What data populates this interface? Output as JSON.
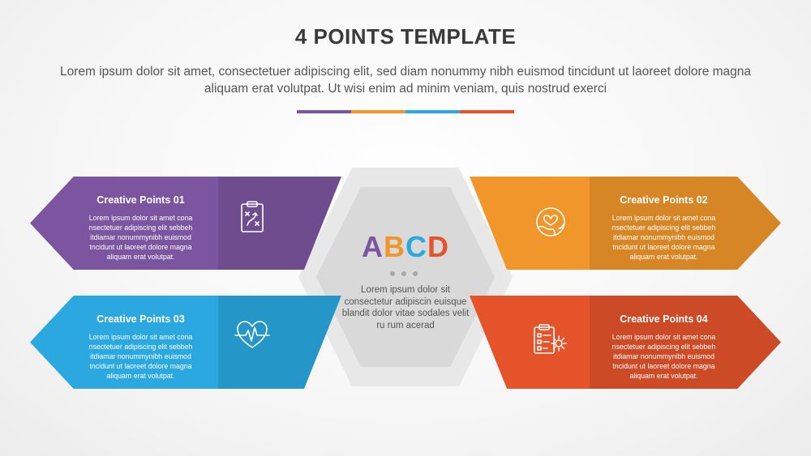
{
  "header": {
    "title": "4 POINTS TEMPLATE",
    "subtitle": "Lorem ipsum dolor sit amet, consectetuer adipiscing elit, sed diam nonummy nibh euismod tincidunt ut laoreet dolore magna aliquam erat volutpat. Ut wisi enim ad minim veniam, quis nostrud exerci"
  },
  "colors": {
    "purple": "#7b559f",
    "orange": "#f0962a",
    "blue": "#2aa8df",
    "red": "#e4532a"
  },
  "center": {
    "letters": [
      "A",
      "B",
      "C",
      "D"
    ],
    "text": "Lorem ipsum dolor sit consectetur adipiscin euisque blandit dolor vitae sodales velit ru rum acerad"
  },
  "points": [
    {
      "title": "Creative Points 01",
      "body": "Lorem ipsum dolor sit amet cona nsectetuer adipiscing elit sebbeh itdiamar nonummynibh euismod tncidunt ut laoreet dolore magna aliquam erat volutpat.",
      "icon": "strategy-clipboard-icon",
      "color": "#7b559f"
    },
    {
      "title": "Creative Points 02",
      "body": "Lorem ipsum dolor sit amet cona nsectetuer adipiscing elit sebbeh itdiamar nonummynibh euismod tncidunt ut laoreet dolore magna aliquam erat volutpat.",
      "icon": "earth-heart-icon",
      "color": "#f0962a"
    },
    {
      "title": "Creative Points 03",
      "body": "Lorem ipsum dolor sit amet cona nsectetuer adipiscing elit sebbeh itdiamar nonummynibh euismod tncidunt ut laoreet dolore magna aliquam erat volutpat.",
      "icon": "heartbeat-icon",
      "color": "#2aa8df"
    },
    {
      "title": "Creative Points 04",
      "body": "Lorem ipsum dolor sit amet cona nsectetuer adipiscing elit sebbeh itdiamar nonummynibh euismod tncidunt ut laoreet dolore magna aliquam erat volutpat.",
      "icon": "checklist-gear-icon",
      "color": "#e4532a"
    }
  ]
}
